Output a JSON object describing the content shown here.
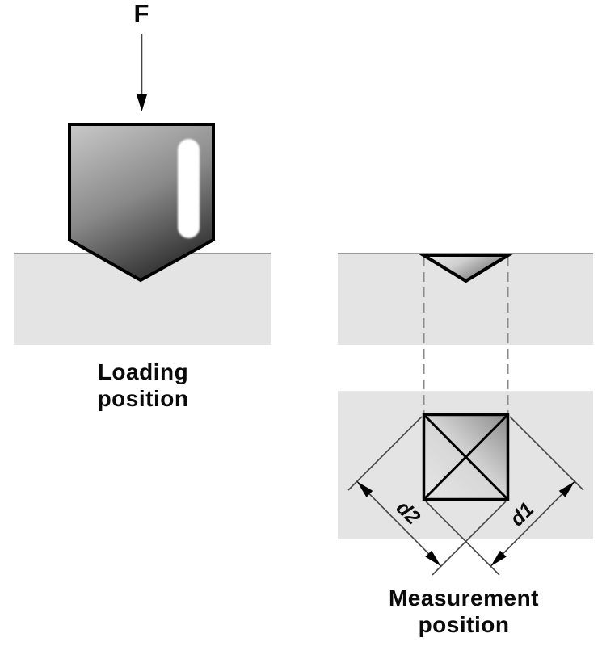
{
  "diagram": {
    "force_label": "F",
    "loading": {
      "caption_line1": "Loading",
      "caption_line2": "position"
    },
    "measurement": {
      "caption_line1": "Measurement",
      "caption_line2": "position",
      "dimension_label_d1": "d1",
      "dimension_label_d2": "d2"
    },
    "colors": {
      "background": "#ffffff",
      "specimen_fill": "#e4e4e4",
      "specimen_top_line": "#9a9a9a",
      "lower_specimen_edge": "#d0d0d0",
      "indenter_gradient_light": "#c9c9c9",
      "indenter_gradient_dark": "#383838",
      "indentation_gradient_light": "#e6e6e6",
      "indentation_gradient_dark": "#8c8c8c",
      "outline": "#000000",
      "annotation_line": "#444444",
      "dashed_projection_line": "#8a8a8a",
      "text": "#0a0a0a"
    }
  }
}
